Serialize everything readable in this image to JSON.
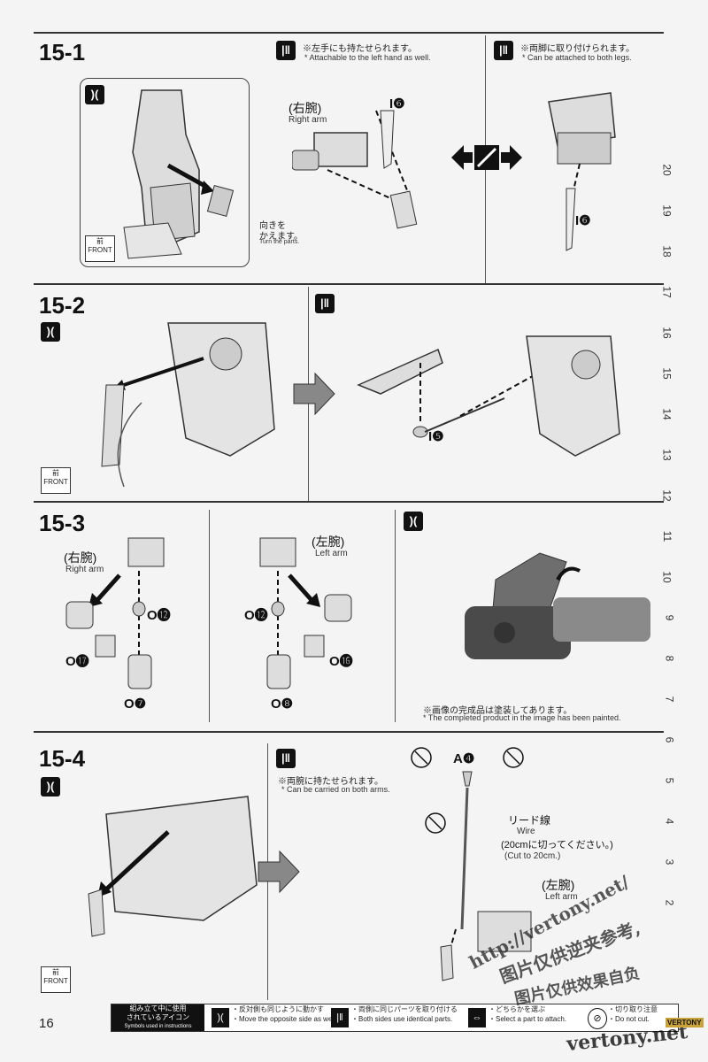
{
  "page_number": "16",
  "steps": {
    "s1": "15-1",
    "s2": "15-2",
    "s3": "15-3",
    "s4": "15-4"
  },
  "notes": {
    "left_hand_jp": "※左手にも持たせられます。",
    "left_hand_en": "* Attachable to the left hand as well.",
    "both_legs_jp": "※両脚に取り付けられます。",
    "both_legs_en": "* Can be attached to both legs.",
    "painted_jp": "※画像の完成品は塗装してあります。",
    "painted_en": "* The completed product in the image has been painted.",
    "both_arms_jp": "※両腕に持たせられます。",
    "both_arms_en": "* Can be carried on both arms."
  },
  "labels": {
    "right_arm_jp": "(右腕)",
    "right_arm_en": "Right arm",
    "left_arm_jp": "(左腕)",
    "left_arm_en": "Left arm",
    "turn_jp_1": "向きを",
    "turn_jp_2": "かえます。",
    "turn_en": "Turn the parts.",
    "front_jp": "前",
    "front_en": "FRONT",
    "wire_jp": "リード線",
    "wire_en": "Wire",
    "cut_jp": "(20cmに切ってください。)",
    "cut_en": "(Cut to 20cm.)"
  },
  "parts": {
    "i6a": "I❻",
    "i6b": "I❻",
    "i5": "I❺",
    "o12a": "O⓬",
    "o12b": "O⓬",
    "o17": "O⓱",
    "o16": "O⓰",
    "o7": "O❼",
    "o8": "O❽",
    "a4": "A❹"
  },
  "ruler": [
    "20",
    "19",
    "18",
    "17",
    "16",
    "15",
    "14",
    "13",
    "12",
    "11",
    "10",
    "9",
    "8",
    "7",
    "6",
    "5",
    "4",
    "3",
    "2"
  ],
  "footer": {
    "title_jp_1": "組み立て中に使用",
    "title_jp_2": "されているアイコン",
    "title_en": "Symbols used in instructions",
    "c1_jp": "・反対側も同じように動かす",
    "c1_en": "・Move the opposite side as well.",
    "c2_jp": "・両側に同じパーツを取り付ける",
    "c2_en": "・Both sides use identical parts.",
    "c3_jp": "・どちらかを選ぶ",
    "c3_en": "・Select a part to attach.",
    "c4_jp": "・切り取り注意",
    "c4_en": "・Do not cut."
  },
  "watermark": {
    "url": "http://vertony.net/",
    "line1": "图片仅供逆夹参考,",
    "line2": "图片仅供效果自负",
    "corner": "vertony.net",
    "logo": "VERTONY"
  }
}
